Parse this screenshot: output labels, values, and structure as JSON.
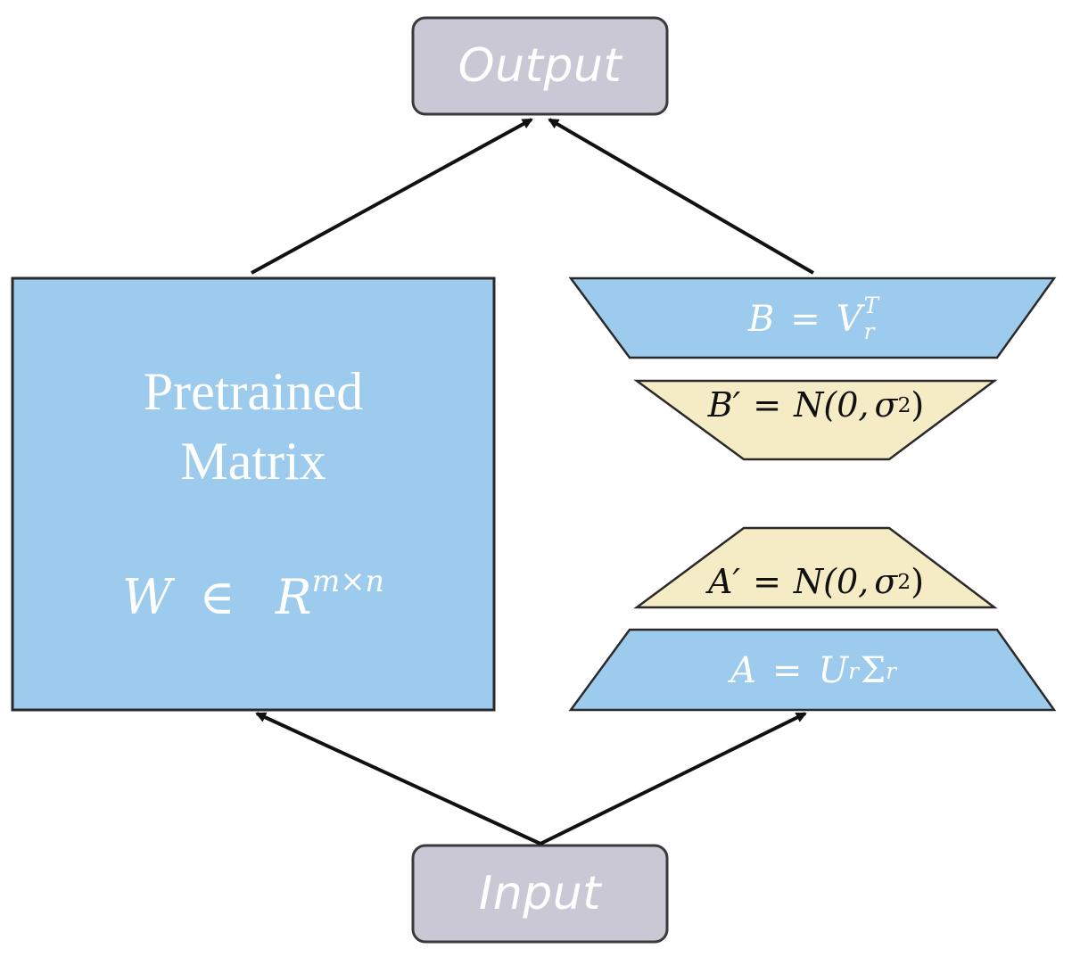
{
  "output_label": "Output",
  "input_label": "Input",
  "pretrained": {
    "line1": "Pretrained",
    "line2": "Matrix",
    "formula": {
      "W": "W",
      "in": "∈",
      "R": "R",
      "exp": "m×n"
    }
  },
  "b_block": {
    "lhs": "B",
    "eq": "=",
    "V": "V",
    "sub": "r",
    "sup": "T"
  },
  "b_prime": {
    "lhs": "B′",
    "eq": "=",
    "N": "N(0,",
    "sigma": "σ",
    "sup": "2",
    "close": ")"
  },
  "a_prime": {
    "lhs": "A′",
    "eq": "=",
    "N": "N(0,",
    "sigma": "σ",
    "sup": "2",
    "close": ")"
  },
  "a_block": {
    "lhs": "A",
    "eq": "=",
    "U": "U",
    "usub": "r",
    "S": "Σ",
    "ssub": "r"
  },
  "colors": {
    "blue_fill": "#9dcbee",
    "yellow_fill": "#f5ebc4",
    "gray_fill": "#cbc8d6",
    "stroke": "#222222"
  }
}
